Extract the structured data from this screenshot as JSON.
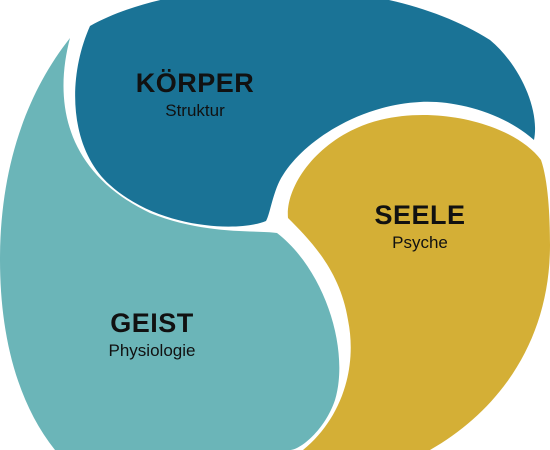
{
  "colors": {
    "koerper": "#1a7396",
    "seele": "#d4af36",
    "geist": "#6bb5b8",
    "background": "#ffffff"
  },
  "segments": {
    "koerper": {
      "title": "KÖRPER",
      "subtitle": "Struktur"
    },
    "seele": {
      "title": "SEELE",
      "subtitle": "Psyche"
    },
    "geist": {
      "title": "GEIST",
      "subtitle": "Physiologie"
    }
  }
}
